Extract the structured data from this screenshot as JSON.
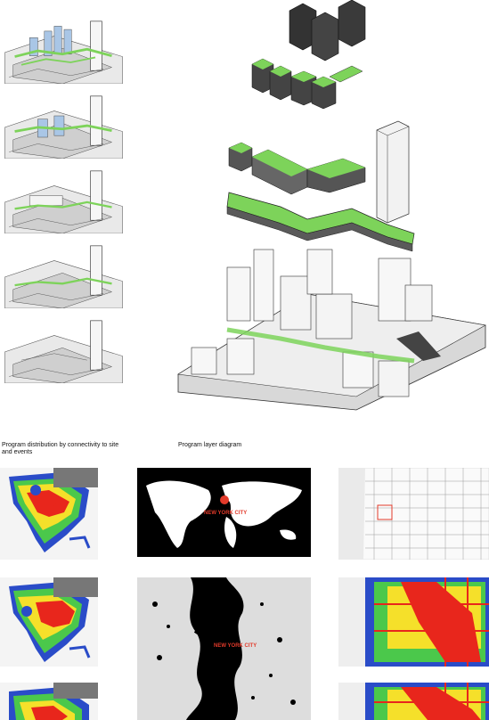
{
  "captions": {
    "program_distribution": "Program distribution by connectivity to site and events",
    "program_layer": "Program layer diagram"
  },
  "map_labels": {
    "world_city": "NEW YORK CITY",
    "region_city": "NEW YORK CITY"
  },
  "colors": {
    "green_roof": "#7dd35a",
    "glass_blue": "#a9c6e6",
    "building_white": "#f4f4f4",
    "outline": "#333333",
    "heat_red": "#e8261c",
    "heat_yellow": "#f5e02a",
    "heat_green": "#4bc84b",
    "heat_blue": "#2a4cc8",
    "map_black": "#000000",
    "marker_red": "#e23a2a"
  }
}
